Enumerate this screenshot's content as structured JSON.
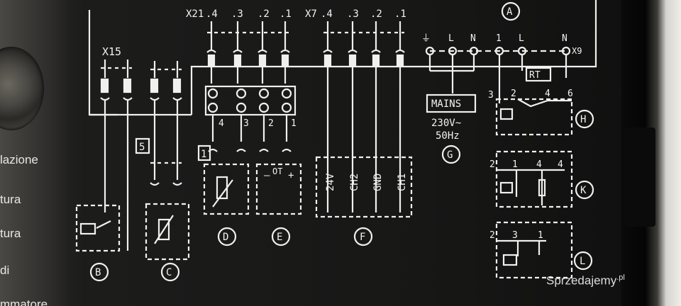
{
  "panel_labels": [
    "lazione",
    "tura",
    "tura",
    "di",
    "mmatore"
  ],
  "connectors": {
    "x21": {
      "name": "X21",
      "pins": [
        ".4",
        ".3",
        ".2",
        ".1"
      ]
    },
    "x7": {
      "name": "X7",
      "pins": [
        ".4",
        ".3",
        ".2",
        ".1"
      ]
    },
    "x15": {
      "name": "X15"
    },
    "x9": {
      "name": "X9",
      "pins": [
        "⏚",
        "L",
        "N",
        "1",
        "L",
        "N"
      ]
    }
  },
  "sections": {
    "A": "A",
    "B": "B",
    "C": "C",
    "D": "D",
    "E": "E",
    "F": "F",
    "G": "G",
    "H": "H",
    "K": "K",
    "L": "L"
  },
  "boxes": {
    "b5": "5",
    "b1": "1"
  },
  "terminal_numbers": [
    "4",
    "3",
    "2",
    "1"
  ],
  "ot_block": {
    "label": "OT",
    "minus": "–",
    "plus": "+"
  },
  "f_signals": [
    "24V",
    "CH2",
    "GND",
    "CH1"
  ],
  "mains": {
    "label": "MAINS",
    "voltage": "230V~",
    "freq": "50Hz"
  },
  "rt_label": "RT",
  "h_pins": [
    "3",
    "2",
    "4",
    "6"
  ],
  "k_pins": [
    "2",
    "1",
    "4",
    "4"
  ],
  "l_pins": [
    "2",
    "3",
    "1"
  ],
  "watermark": {
    "text": "Sprzedajemy",
    "domain": ".pl"
  },
  "colors": {
    "panel": "#171716",
    "print": "#f2f2f0"
  }
}
